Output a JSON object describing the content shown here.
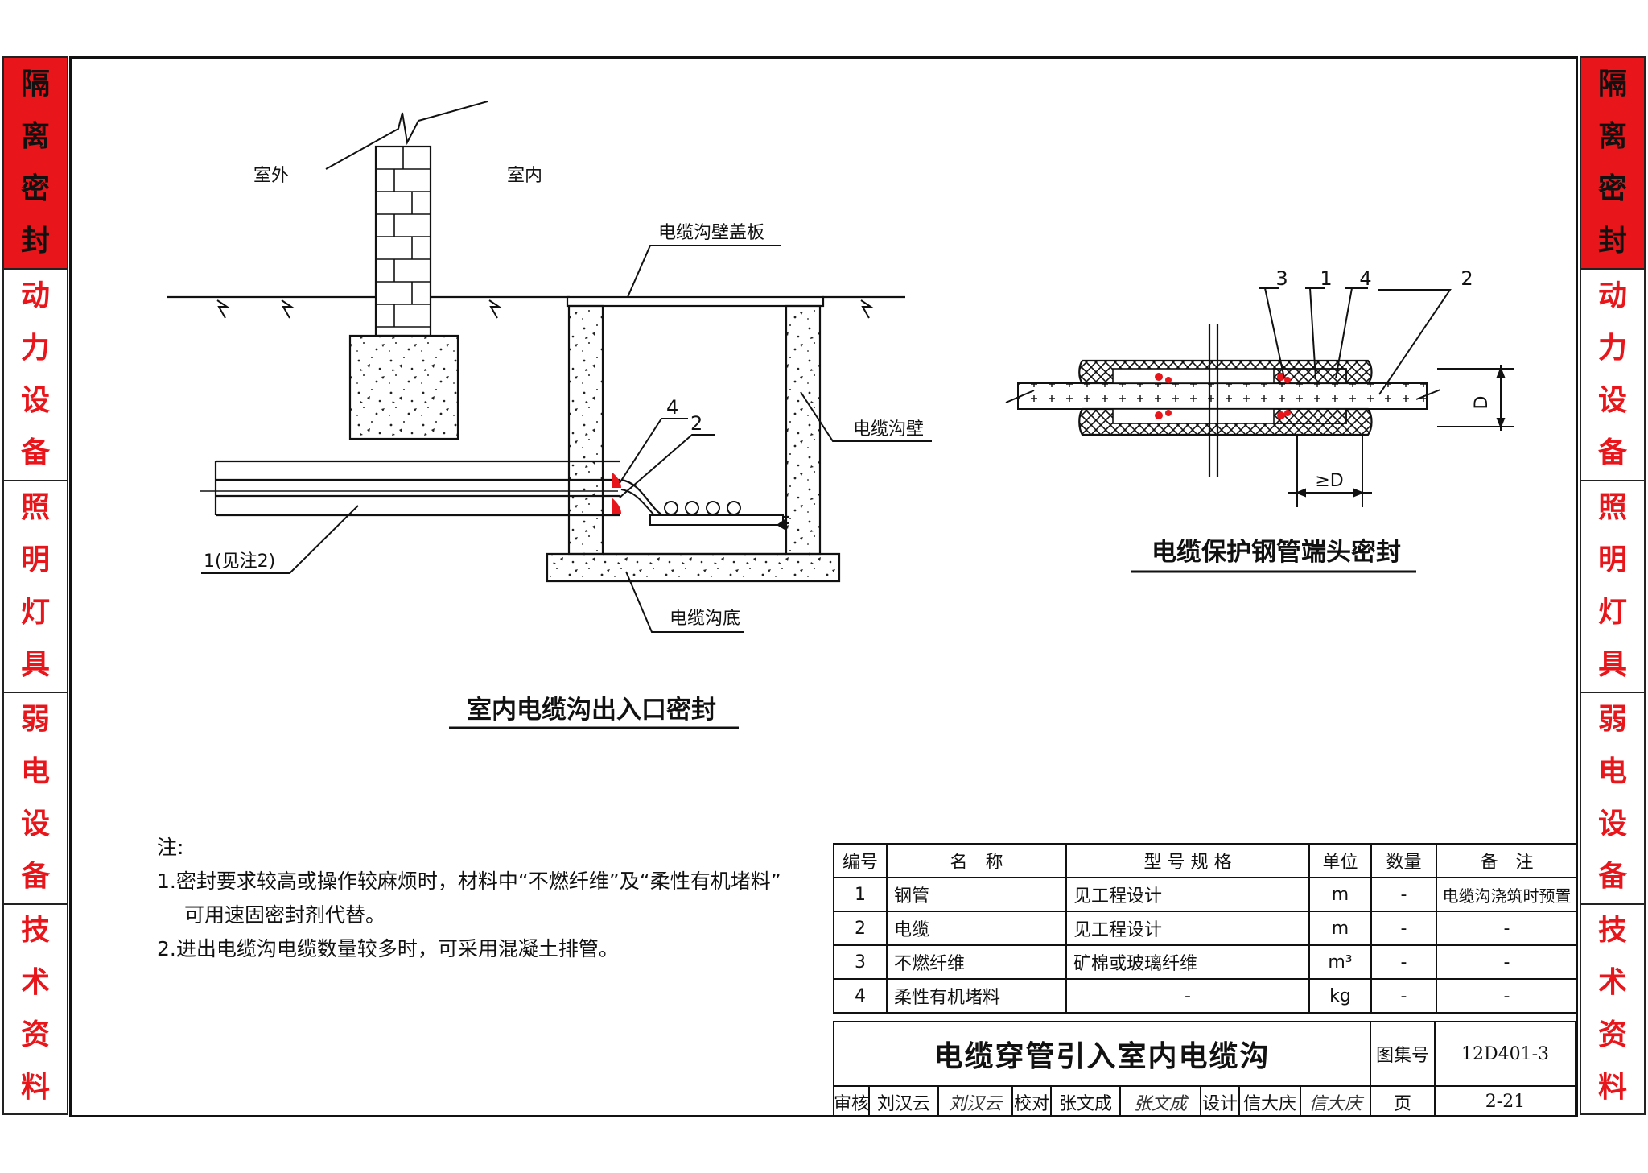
{
  "sidebar": {
    "sections": [
      {
        "label": "隔离密封",
        "active": true
      },
      {
        "label": "动力设备",
        "active": false
      },
      {
        "label": "照明灯具",
        "active": false
      },
      {
        "label": "弱电设备",
        "active": false
      },
      {
        "label": "技术资料",
        "active": false
      }
    ]
  },
  "colors": {
    "accent": "#e8151b",
    "line": "#111111"
  },
  "diagram_left": {
    "label_outdoor": "室外",
    "label_indoor": "室内",
    "label_cover": "电缆沟壁盖板",
    "label_wall": "电缆沟壁",
    "label_bottom": "电缆沟底",
    "label_item4": "4",
    "label_item2": "2",
    "label_item1": "1(见注2)",
    "title": "室内电缆沟出入口密封"
  },
  "diagram_right": {
    "label_3": "3",
    "label_1": "1",
    "label_4": "4",
    "label_2": "2",
    "label_D": "D",
    "label_geD": "≥D",
    "title": "电缆保护钢管端头密封"
  },
  "notes": {
    "heading": "注:",
    "line1": "1.密封要求较高或操作较麻烦时，材料中“不燃纤维”及“柔性有机堵料”",
    "line1b": "可用速固密封剂代替。",
    "line2": "2.进出电缆沟电缆数量较多时，可采用混凝土排管。"
  },
  "table": {
    "headers": [
      "编号",
      "名　称",
      "型 号 规 格",
      "单位",
      "数量",
      "备　注"
    ],
    "rows": [
      [
        "1",
        "钢管",
        "见工程设计",
        "m",
        "-",
        "电缆沟浇筑时预置"
      ],
      [
        "2",
        "电缆",
        "见工程设计",
        "m",
        "-",
        "-"
      ],
      [
        "3",
        "不燃纤维",
        "矿棉或玻璃纤维",
        "m³",
        "-",
        "-"
      ],
      [
        "4",
        "柔性有机堵料",
        "-",
        "kg",
        "-",
        "-"
      ]
    ]
  },
  "titleblock": {
    "title": "电缆穿管引入室内电缆沟",
    "atlas_label": "图集号",
    "atlas_code": "12D401-3",
    "review_label": "审核",
    "reviewer": "刘汉云",
    "reviewer_sig": "刘汉云",
    "check_label": "校对",
    "checker": "张文成",
    "checker_sig": "张文成",
    "design_label": "设计",
    "designer": "信大庆",
    "designer_sig": "信大庆",
    "page_label": "页",
    "page": "2-21"
  }
}
